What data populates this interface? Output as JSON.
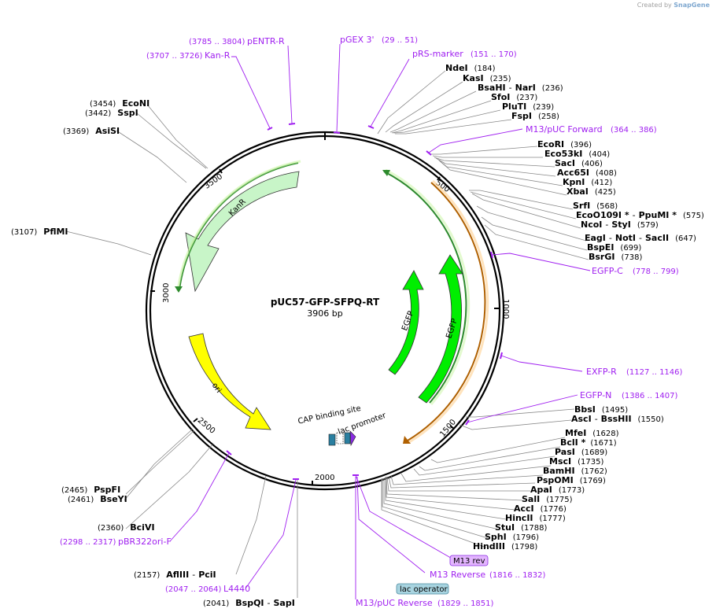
{
  "credit": {
    "prefix": "Created by",
    "brand": "SnapGene"
  },
  "plasmid": {
    "name": "pUC57-GFP-SFPQ-RT",
    "size": "3906 bp"
  },
  "ticks": [
    "500",
    "1000",
    "1500",
    "2000",
    "2500",
    "3000",
    "3500"
  ],
  "features": {
    "kanr": "KanR",
    "ori": "ori",
    "egfp1": "EGFP",
    "egfp2": "EGFP",
    "cap": "CAP binding site",
    "lac": "lac promoter"
  },
  "primers": {
    "pentr_r": {
      "name": "pENTR-R",
      "range": "(3785 .. 3804)"
    },
    "pgex3": {
      "name": "pGEX 3'",
      "range": "(29 .. 51)"
    },
    "prs": {
      "name": "pRS-marker",
      "range": "(151 .. 170)"
    },
    "kanr": {
      "name": "Kan-R",
      "range": "(3707 .. 3726)"
    },
    "m13f": {
      "name": "M13/pUC Forward",
      "range": "(364 .. 386)"
    },
    "egfpc": {
      "name": "EGFP-C",
      "range": "(778 .. 799)"
    },
    "exfpr": {
      "name": "EXFP-R",
      "range": "(1127 .. 1146)"
    },
    "egfpn": {
      "name": "EGFP-N",
      "range": "(1386 .. 1407)"
    },
    "m13rev_badge": {
      "name": "M13 rev"
    },
    "m13reverse": {
      "name": "M13 Reverse",
      "range": "(1816 .. 1832)"
    },
    "lacop": {
      "name": "lac operator"
    },
    "m13pucrev": {
      "name": "M13/pUC Reverse",
      "range": "(1829 .. 1851)"
    },
    "pbr322": {
      "name": "pBR322ori-F",
      "range": "(2298 .. 2317)"
    },
    "l4440": {
      "name": "L4440",
      "range": "(2047 .. 2064)"
    }
  },
  "enzymes": {
    "ndei": {
      "name": "NdeI",
      "pos": "(184)"
    },
    "kasi": {
      "name": "KasI",
      "pos": "(235)"
    },
    "bsahi": {
      "name": "BsaHI",
      "sep": "-",
      "name2": "NarI",
      "pos": "(236)"
    },
    "sfoi": {
      "name": "SfoI",
      "pos": "(237)"
    },
    "pluti": {
      "name": "PluTI",
      "pos": "(239)"
    },
    "fspi": {
      "name": "FspI",
      "pos": "(258)"
    },
    "ecori": {
      "name": "EcoRI",
      "pos": "(396)"
    },
    "eco53ki": {
      "name": "Eco53kI",
      "pos": "(404)"
    },
    "saci": {
      "name": "SacI",
      "pos": "(406)"
    },
    "acc65i": {
      "name": "Acc65I",
      "pos": "(408)"
    },
    "kpni": {
      "name": "KpnI",
      "pos": "(412)"
    },
    "xbai": {
      "name": "XbaI",
      "pos": "(425)"
    },
    "srfi": {
      "name": "SrfI",
      "pos": "(568)"
    },
    "eco0109i": {
      "name": "EcoO109I *",
      "sep": "-",
      "name2": "PpuMI *",
      "pos": "(575)"
    },
    "ncoi": {
      "name": "NcoI",
      "sep": "-",
      "name2": "StyI",
      "pos": "(579)"
    },
    "eagi": {
      "name": "EagI",
      "sep": "-",
      "name2": "NotI",
      "sep2": "-",
      "name3": "SacII",
      "pos": "(647)"
    },
    "bspei": {
      "name": "BspEI",
      "pos": "(699)"
    },
    "bsrgi": {
      "name": "BsrGI",
      "pos": "(738)"
    },
    "bbsi": {
      "name": "BbsI",
      "pos": "(1495)"
    },
    "asci": {
      "name": "AscI",
      "sep": "-",
      "name2": "BssHII",
      "pos": "(1550)"
    },
    "mfei": {
      "name": "MfeI",
      "pos": "(1628)"
    },
    "bcli": {
      "name": "BclI *",
      "pos": "(1671)"
    },
    "pasi": {
      "name": "PasI",
      "pos": "(1689)"
    },
    "msci": {
      "name": "MscI",
      "pos": "(1735)"
    },
    "bamhi": {
      "name": "BamHI",
      "pos": "(1762)"
    },
    "psppomi": {
      "name": "PspOMI",
      "pos": "(1769)"
    },
    "apai": {
      "name": "ApaI",
      "pos": "(1773)"
    },
    "sali": {
      "name": "SalI",
      "pos": "(1775)"
    },
    "acci": {
      "name": "AccI",
      "pos": "(1776)"
    },
    "hincii": {
      "name": "HincII",
      "pos": "(1777)"
    },
    "stui": {
      "name": "StuI",
      "pos": "(1788)"
    },
    "sphi": {
      "name": "SphI",
      "pos": "(1796)"
    },
    "hindiii": {
      "name": "HindIII",
      "pos": "(1798)"
    },
    "bspqi": {
      "name": "BspQI",
      "sep": "-",
      "name2": "SapI",
      "pos": "(2041)"
    },
    "afliii": {
      "name": "AflIII",
      "sep": "-",
      "name2": "PciI",
      "pos": "(2157)"
    },
    "bcivi": {
      "name": "BciVI",
      "pos": "(2360)"
    },
    "bseyi": {
      "name": "BseYI",
      "pos": "(2461)"
    },
    "pspfi": {
      "name": "PspFI",
      "pos": "(2465)"
    },
    "pflmi": {
      "name": "PflMI",
      "pos": "(3107)"
    },
    "asisi": {
      "name": "AsiSI",
      "pos": "(3369)"
    },
    "sspi": {
      "name": "SspI",
      "pos": "(3442)"
    },
    "econi": {
      "name": "EcoNI",
      "pos": "(3454)"
    }
  },
  "colors": {
    "primer": "#a020f0",
    "kanr": "#c8f5c8",
    "ori": "#ffff00",
    "egfp": "#00ee00",
    "backbone": "#000000"
  }
}
